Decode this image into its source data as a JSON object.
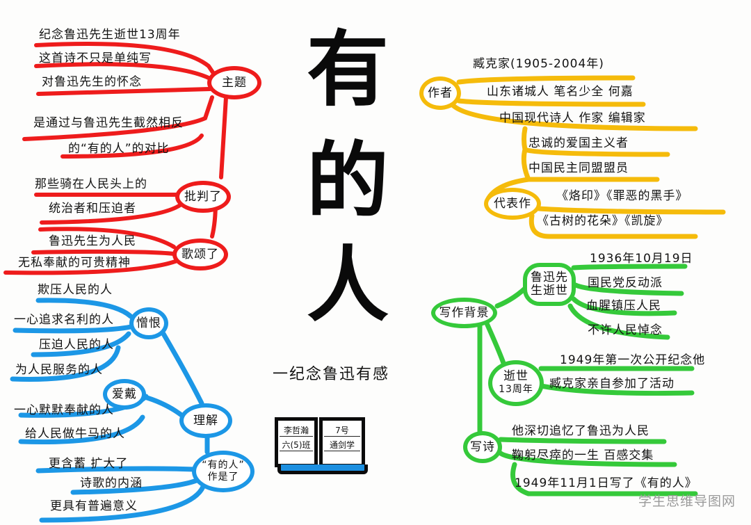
{
  "title": {
    "chars": [
      "有",
      "的",
      "人"
    ]
  },
  "subtitle": "一纪念鲁迅有感",
  "book": {
    "left_page": [
      "李哲瀚",
      "六(5)班"
    ],
    "right_page": [
      "7号",
      "通剑学"
    ]
  },
  "colors": {
    "theme": "#ee1c1c",
    "author": "#f5bb0b",
    "background": "#35c93a",
    "understanding": "#1c97e6"
  },
  "branches": {
    "theme": {
      "label": "主题",
      "items": [
        "纪念鲁迅先生逝世13周年",
        "这首诗不只是单纯写",
        "对鲁迅先生的怀念",
        "是通过与鲁迅先生截然相反",
        "的“有的人”的对比"
      ],
      "criticize": {
        "label": "批判了",
        "items": [
          "那些骑在人民头上的",
          "统治者和压迫者"
        ]
      },
      "praise": {
        "label": "歌颂了",
        "items": [
          "鲁迅先生为人民",
          "无私奉献的可贵精神"
        ]
      }
    },
    "author": {
      "label": "作者",
      "items": [
        "臧克家(1905-2004年)",
        "山东诸城人 笔名少全 何嘉",
        "中国现代诗人 作家 编辑家",
        "忠诚的爱国主义者",
        "中国民主同盟盟员"
      ],
      "works": {
        "label": "代表作",
        "items": [
          "《烙印》《罪恶的黑手》",
          "《古树的花朵》《凯旋》"
        ]
      }
    },
    "background": {
      "label": "写作背景",
      "death": {
        "label_line1": "鲁迅先",
        "label_line2": "生逝世",
        "items": [
          "1936年10月19日",
          "国民党反动派",
          "血腥镇压人民",
          "不许人民悼念"
        ]
      },
      "anniversary": {
        "label_line1": "逝世",
        "label_line2": "13周年",
        "items": [
          "1949年第一次公开纪念他",
          "臧克家亲自参加了活动"
        ]
      },
      "poem": {
        "label": "写诗",
        "items": [
          "他深切追忆了鲁迅为人民",
          "鞠躬尽瘁的一生 百感交集",
          "1949年11月1日写了《有的人》"
        ]
      }
    },
    "understanding": {
      "label": "理解",
      "hate": {
        "label": "憎恨",
        "items": [
          "欺压人民的人",
          "一心追求名利的人",
          "压迫人民的人"
        ]
      },
      "love": {
        "label": "爱戴",
        "items": [
          "为人民服务的人",
          "一心默默奉献的人",
          "给人民做牛马的人"
        ]
      },
      "role": {
        "label_line1": "“有的人”",
        "label_line2": "作是了",
        "items": [
          "更含蓄 扩大了",
          "诗歌的内涵",
          "更具有普遍意义"
        ]
      }
    }
  },
  "watermark": "学生思维导图网"
}
